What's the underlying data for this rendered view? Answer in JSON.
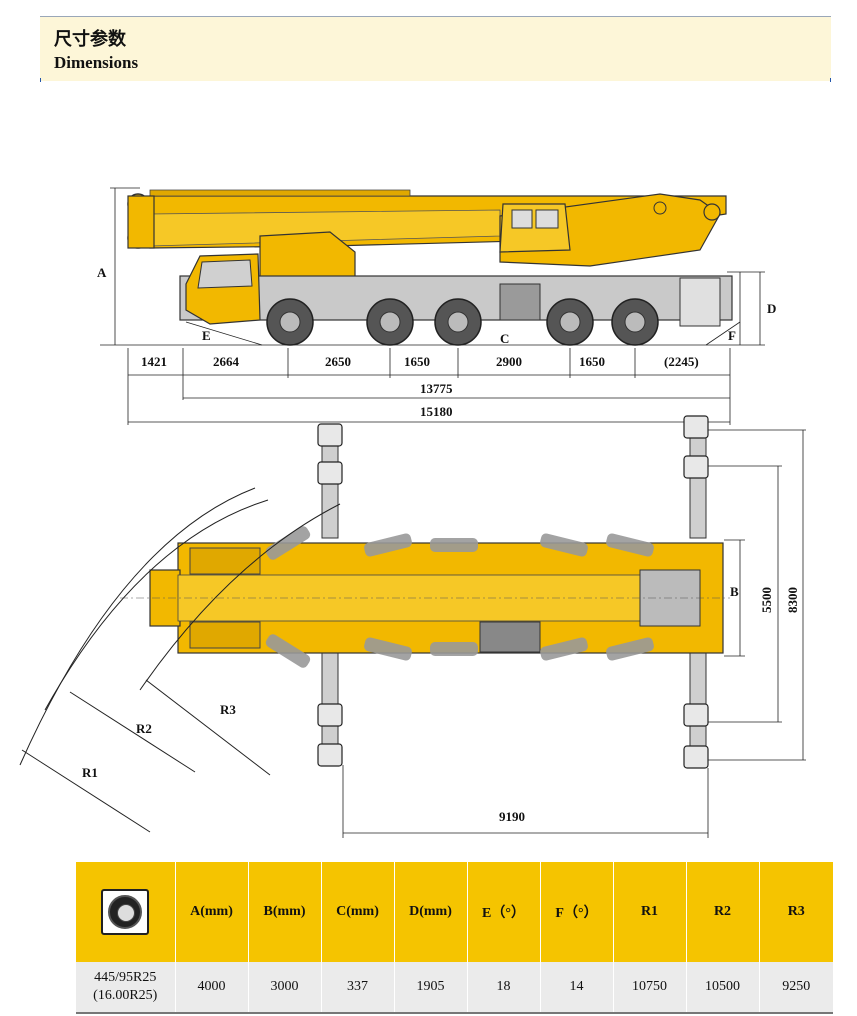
{
  "header": {
    "title_cn": "尺寸参数",
    "title_en": "Dimensions"
  },
  "side_view": {
    "letters": {
      "A": "A",
      "D": "D",
      "E": "E",
      "C": "C",
      "F": "F"
    },
    "dims_row1": [
      "1421",
      "2664",
      "2650",
      "1650",
      "2900",
      "1650",
      "(2245)"
    ],
    "dim_overall_1": "13775",
    "dim_overall_2": "15180"
  },
  "top_view": {
    "letters": {
      "B": "B"
    },
    "radii": [
      "R1",
      "R2",
      "R3"
    ],
    "dim_5500": "5500",
    "dim_8300": "8300",
    "dim_9190": "9190"
  },
  "table": {
    "headers": [
      "A(mm)",
      "B(mm)",
      "C(mm)",
      "D(mm)",
      "E（°）",
      "F（°）",
      "R1",
      "R2",
      "R3"
    ],
    "row": {
      "tire_line1": "445/95R25",
      "tire_line2": "(16.00R25)",
      "values": [
        "4000",
        "3000",
        "337",
        "1905",
        "18",
        "14",
        "10750",
        "10500",
        "9250"
      ]
    }
  },
  "colors": {
    "accent": "#f5c400",
    "header_band": "#fdf6d8",
    "row_bg": "#ebebeb"
  }
}
